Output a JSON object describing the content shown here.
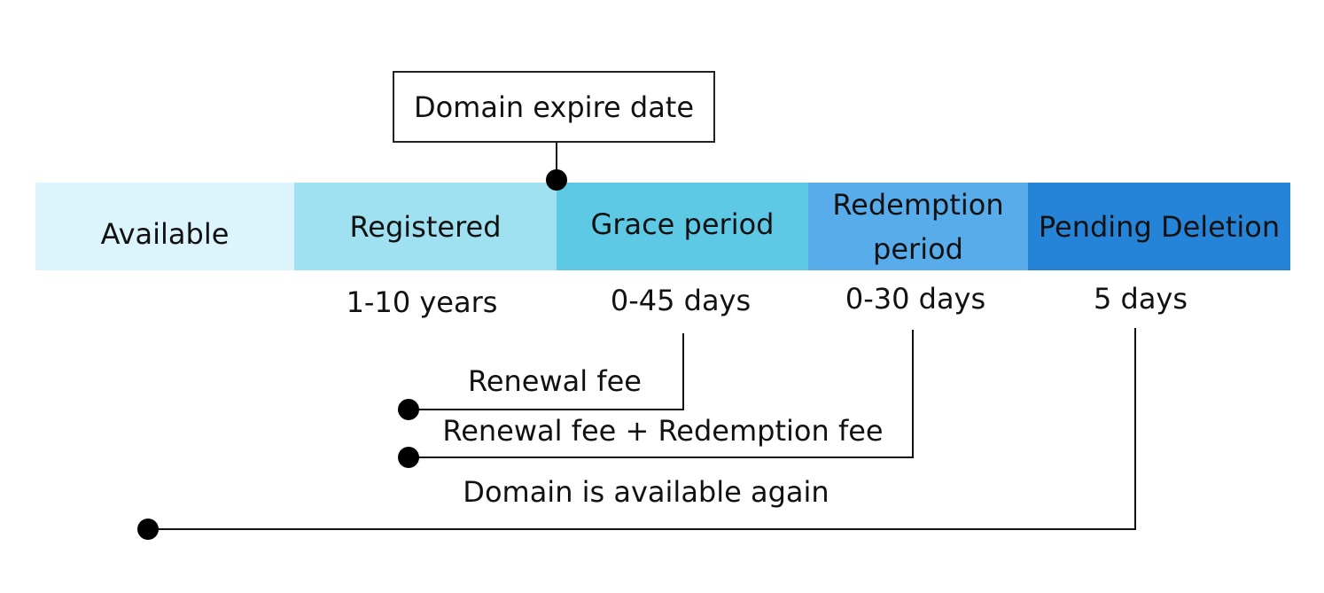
{
  "expire_label": "Domain expire date",
  "stages": [
    {
      "label": "Available",
      "color": "#dcf4fb"
    },
    {
      "label": "Registered",
      "color": "#9fe0f1"
    },
    {
      "label": "Grace period",
      "color": "#5ec9e5"
    },
    {
      "label": "Redemption period",
      "color": "#57ace9"
    },
    {
      "label": "Pending Deletion",
      "color": "#2684d8"
    }
  ],
  "durations": {
    "registered": "1-10 years",
    "grace": "0-45 days",
    "redemption": "0-30 days",
    "pending": "5 days"
  },
  "outcomes": {
    "renewal": "Renewal fee",
    "renewal_redemption": "Renewal fee + Redemption fee",
    "available_again": "Domain is available again"
  }
}
